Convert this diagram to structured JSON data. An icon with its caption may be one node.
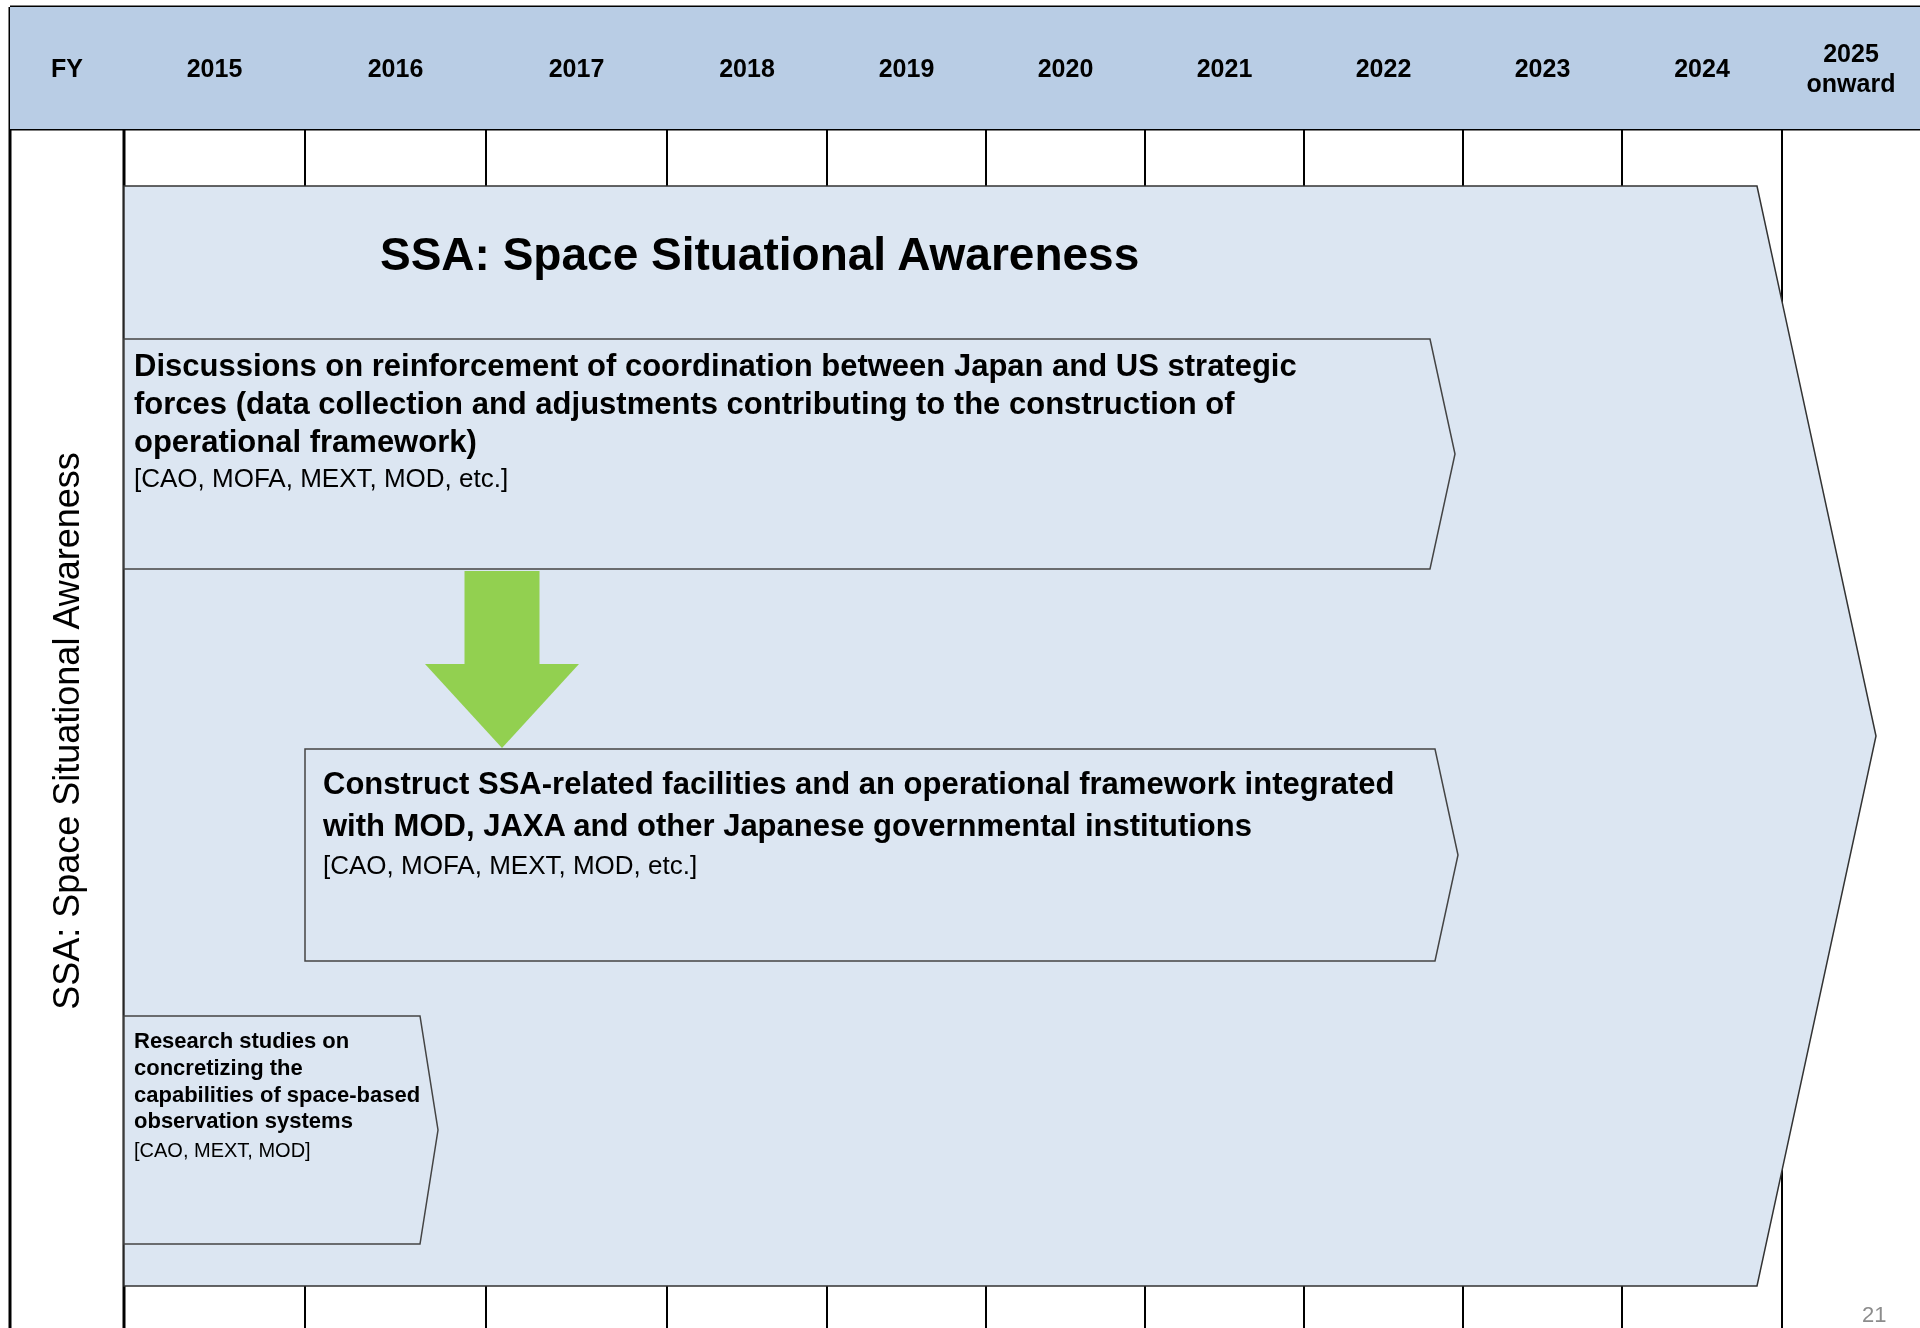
{
  "diagram": {
    "nodes": [
      {
        "text": [
          "SSA: Space Situational Awareness"
        ]
      },
      {
        "text": [
          "Discussions on reinforcement of coordination between Japan and US strategic forces (data collection and adjustments contributing to the construction of operational framework)",
          "[CAO, MOFA, MEXT, MOD, etc.]"
        ],
        "in": 0
      },
      {
        "text": [
          "Construct SSA-related facilities and an operational framework integrated with MOD, JAXA and other Japanese governmental institutions",
          "[CAO, MOFA, MEXT, MOD, etc.]"
        ],
        "in": 0
      },
      {
        "text": [
          "Research studies on concretizing the capabilities of space-based observation systems",
          "[CAO, MEXT, MOD]"
        ],
        "in": 0
      }
    ],
    "edges": [
      {
        "from": 1,
        "to": 2,
        "arrow": "to",
        "color": "#92d050"
      }
    ],
    "labels": [
      "FY",
      "2015",
      "2016",
      "2017",
      "2018",
      "2019",
      "2020",
      "2021",
      "2022",
      "2023",
      "2024",
      "2025 onward",
      "SSA: Space Situational Awareness",
      "21"
    ]
  }
}
